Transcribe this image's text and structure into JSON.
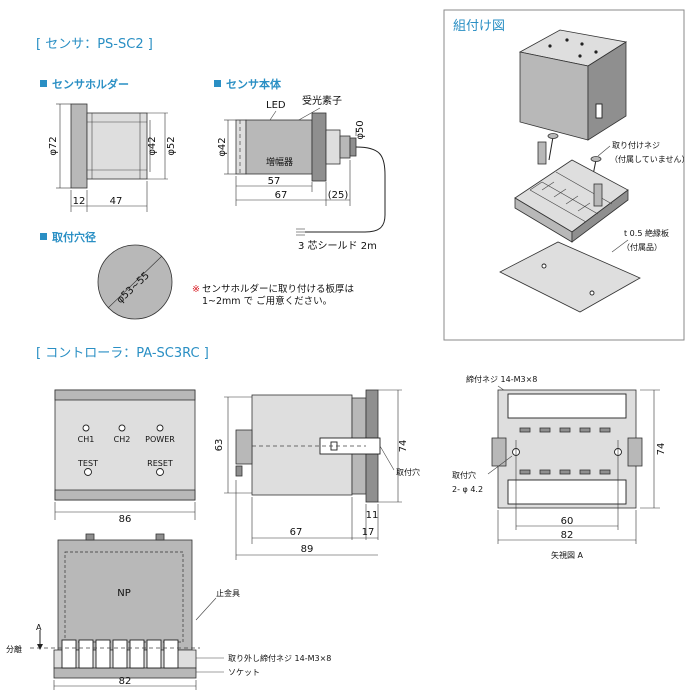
{
  "sensor_section": {
    "title": "[ センサ：PS-SC2 ]",
    "holder": {
      "heading": "センサホルダー",
      "dims": {
        "outer_dia": "φ72",
        "inner_dia": "φ42",
        "mid_dia": "φ52",
        "flange": "12",
        "length": "47"
      }
    },
    "body": {
      "heading": "センサ本体",
      "led_label": "LED",
      "receiver_label": "受光素子",
      "amp_label": "増幅器",
      "dims": {
        "dia": "φ42",
        "cable_dia": "φ50",
        "len1": "57",
        "len2": "67",
        "len3": "(25)"
      },
      "cable_label": "3 芯シールド 2m"
    },
    "mount_hole": {
      "heading": "取付穴径",
      "hole_label": "φ53~55"
    },
    "note_mark": "※",
    "note_line1": "センサホルダーに取り付ける板厚は",
    "note_line2": "1~2mm で ご用意ください。"
  },
  "assembly": {
    "title": "組付け図",
    "screw_label": "取り付けネジ",
    "screw_note": "（付属していません）",
    "plate_label": "t 0.5 絶縁板",
    "plate_note": "（付属品）"
  },
  "controller_section": {
    "title": "[ コントローラ：PA-SC3RC ]",
    "front": {
      "labels": {
        "ch1": "CH1",
        "ch2": "CH2",
        "power": "POWER",
        "test": "TEST",
        "reset": "RESET"
      },
      "width": "86"
    },
    "side": {
      "dims": {
        "height": "63",
        "overall_h": "74",
        "w11": "11",
        "w17": "17",
        "w67": "67",
        "w89": "89"
      },
      "mount_hole_label": "取付穴"
    },
    "bottom": {
      "np_label": "NP",
      "stopper_label": "止金具",
      "a_label": "A",
      "separate_label": "分離",
      "screw_label": "取り外し締付ネジ 14-M3×8",
      "socket_label": "ソケット",
      "width": "82"
    },
    "view_a": {
      "screw_label": "締付ネジ 14-M3×8",
      "hole_label_1": "取付穴",
      "hole_label_2": "2- φ 4.2",
      "dims": {
        "h74": "74",
        "w60": "60",
        "w82": "82"
      },
      "caption": "矢視図 A"
    }
  }
}
